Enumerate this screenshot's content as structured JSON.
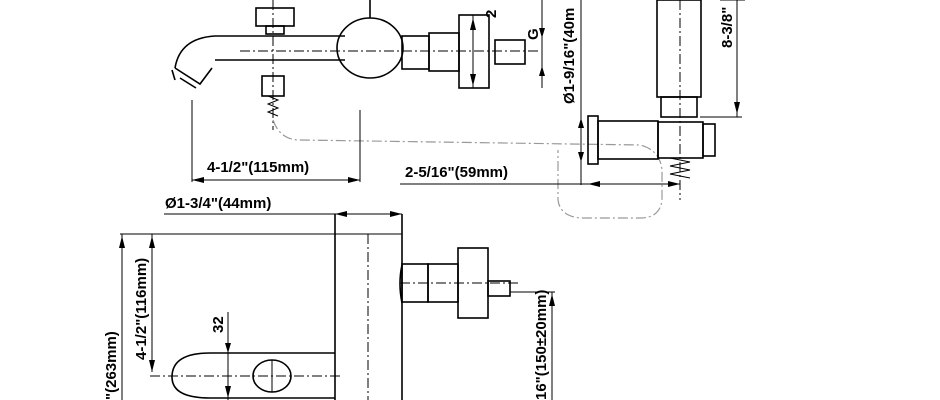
{
  "dimensions": {
    "spout_length": "4-1/2\"(115mm)",
    "wall_offset": "2-5/16\"(59mm)",
    "body_diameter": "Ø1-3/4\"(44mm)",
    "holder_diameter": "Ø1-9/16\"(40m",
    "holder_height": "8-3/8\"",
    "thread": "G",
    "top_partial": "2",
    "handle_height": "4-1/2\"(116mm)",
    "handle_width": "32",
    "total_height": "\"(263mm)",
    "center_distance": "16\"(150±20mm)"
  }
}
